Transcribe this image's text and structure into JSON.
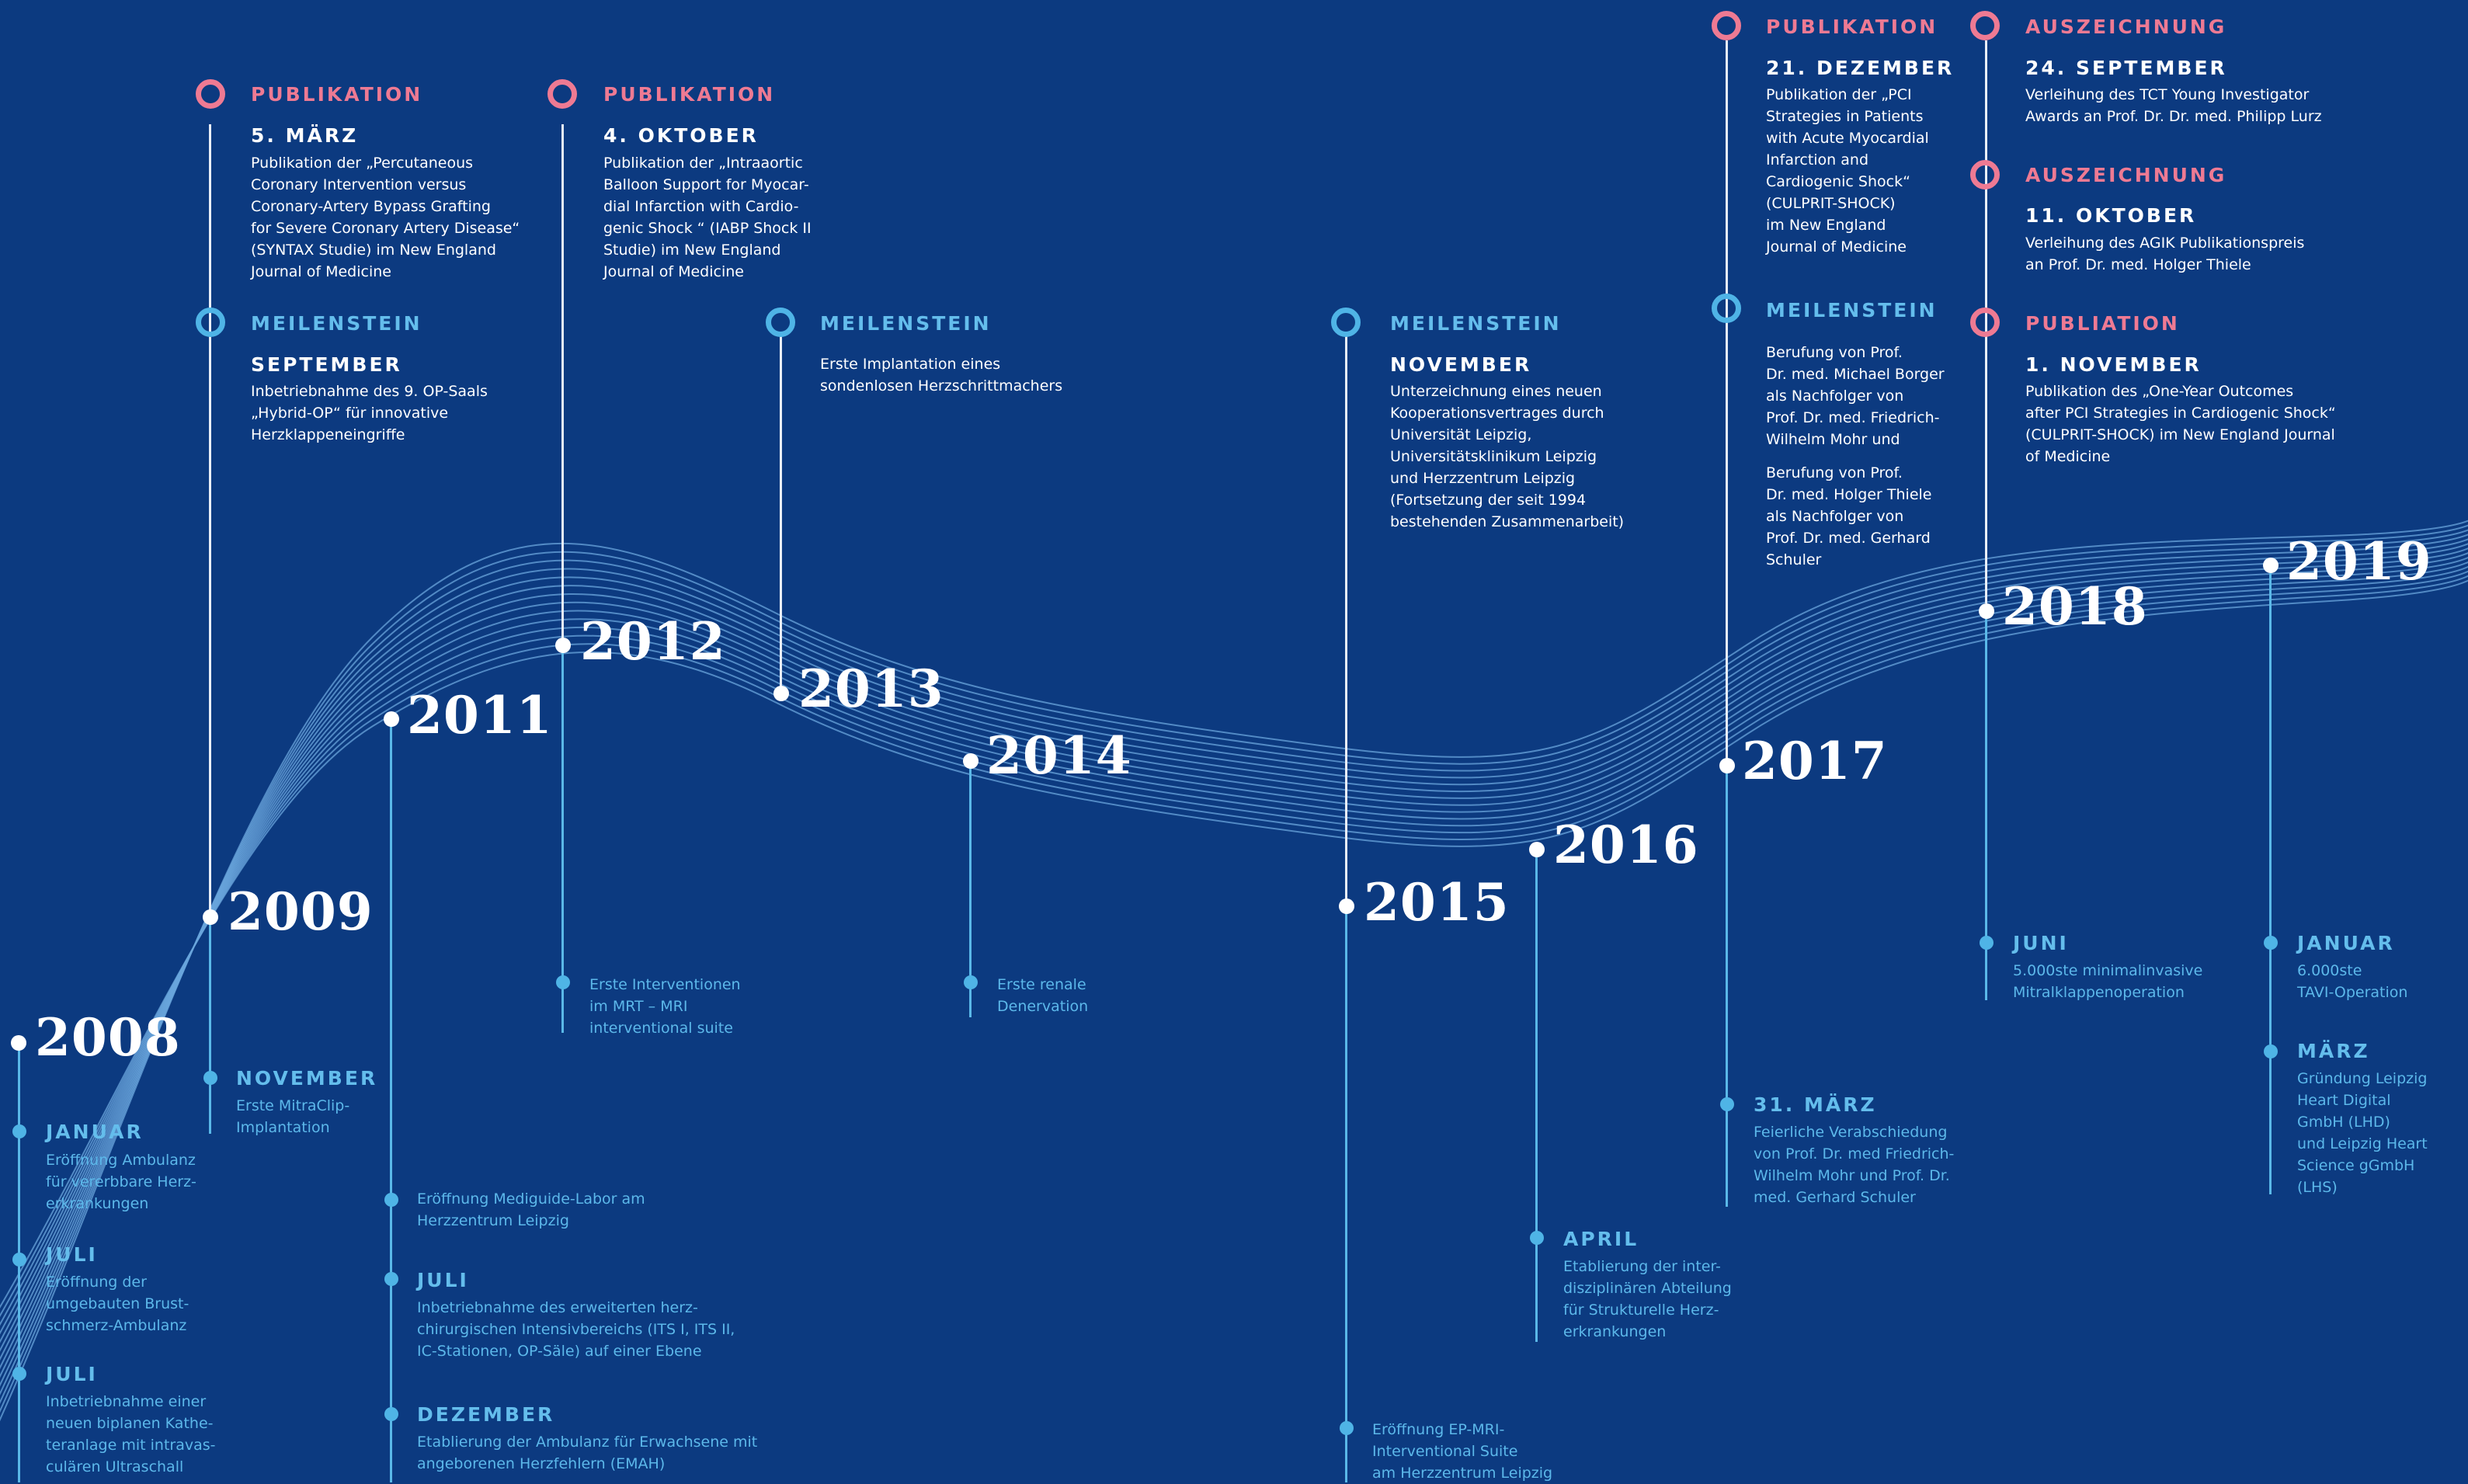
{
  "years": {
    "y2008": "2008",
    "y2009": "2009",
    "y2011": "2011",
    "y2012": "2012",
    "y2013": "2013",
    "y2014": "2014",
    "y2015": "2015",
    "y2016": "2016",
    "y2017": "2017",
    "y2018": "2018",
    "y2019": "2019"
  },
  "top": {
    "pub2009": {
      "category": "PUBLIKATION",
      "date": "5. MÄRZ",
      "text": "Publikation der „Percutaneous\nCoronary Intervention versus\nCoronary-Artery Bypass Grafting\nfor Severe Coronary Artery Disease“\n(SYNTAX Studie) im New England\nJournal of Medicine"
    },
    "mile2009": {
      "category": "MEILENSTEIN",
      "date": "SEPTEMBER",
      "text": "Inbetriebnahme des 9. OP-Saals\n„Hybrid-OP“ für innovative\nHerzklappeneingriffe"
    },
    "pub2012": {
      "category": "PUBLIKATION",
      "date": "4. OKTOBER",
      "text": "Publikation der „Intraaortic\nBalloon Support for Myocar-\ndial Infarction with Cardio-\ngenic Shock “ (IABP Shock II\nStudie) im New England\nJournal of Medicine"
    },
    "mile2013": {
      "category": "MEILENSTEIN",
      "text": "Erste Implantation eines\nsondenlosen Herzschrittmachers"
    },
    "mile2015": {
      "category": "MEILENSTEIN",
      "date": "NOVEMBER",
      "text": "Unterzeichnung eines neuen\nKooperationsvertrages durch\nUniversität Leipzig,\nUniversitätsklinikum Leipzig\nund Herzzentrum Leipzig\n(Fortsetzung der seit 1994\nbestehenden Zusammenarbeit)"
    },
    "pub2017": {
      "category": "PUBLIKATION",
      "date": "21. DEZEMBER",
      "text": "Publikation der „PCI\nStrategies in Patients\nwith Acute Myocardial\nInfarction and\nCardiogenic Shock“\n(CULPRIT-SHOCK)\nim New England\nJournal of Medicine"
    },
    "mile2017": {
      "category": "MEILENSTEIN",
      "text1": "Berufung von Prof.\nDr. med. Michael Borger\nals Nachfolger von\nProf. Dr. med. Friedrich-\nWilhelm Mohr und",
      "text2": "Berufung von Prof.\nDr. med. Holger Thiele\nals Nachfolger von\nProf. Dr. med. Gerhard\nSchuler"
    },
    "award1": {
      "category": "AUSZEICHNUNG",
      "date": "24. SEPTEMBER",
      "text": "Verleihung des TCT Young Investigator\nAwards an Prof. Dr. Dr. med. Philipp Lurz"
    },
    "award2": {
      "category": "AUSZEICHNUNG",
      "date": "11. OKTOBER",
      "text": "Verleihung des AGIK Publikationspreis\nan Prof. Dr. med. Holger Thiele"
    },
    "pub2018": {
      "category": "PUBLIATION",
      "date": "1. NOVEMBER",
      "text": "Publikation des „One-Year Outcomes\nafter PCI Strategies in Cardiogenic Shock“\n(CULPRIT-SHOCK) im New England Journal\nof Medicine"
    }
  },
  "bottom": {
    "e2008a": {
      "date": "JANUAR",
      "text": "Eröffnung Ambulanz\nfür vererbbare Herz-\nerkrankungen"
    },
    "e2008b": {
      "date": "JULI",
      "text": "Eröffnung der\numgebauten Brust-\nschmerz-Ambulanz"
    },
    "e2008c": {
      "date": "JULI",
      "text": "Inbetriebnahme einer\nneuen biplanen Kathe-\nteranlage mit intravas-\nculären Ultraschall"
    },
    "e2009": {
      "date": "NOVEMBER",
      "text": "Erste MitraClip-\nImplantation"
    },
    "e2011a": {
      "text": "Eröffnung Mediguide-Labor am\nHerzzentrum Leipzig"
    },
    "e2011b": {
      "date": "JULI",
      "text": "Inbetriebnahme des erweiterten herz-\nchirurgischen Intensivbereichs (ITS I, ITS II,\nIC-Stationen, OP-Säle) auf einer Ebene"
    },
    "e2011c": {
      "date": "DEZEMBER",
      "text": "Etablierung der Ambulanz für Erwachsene mit\nangeborenen Herzfehlern (EMAH)"
    },
    "e2012": {
      "text": "Erste Interventionen\nim MRT – MRI\ninterventional suite"
    },
    "e2014": {
      "text": "Erste renale\nDenervation"
    },
    "e2015": {
      "text": "Eröffnung EP-MRI-\nInterventional Suite\nam Herzzentrum Leipzig"
    },
    "e2016": {
      "date": "APRIL",
      "text": "Etablierung der inter-\ndisziplinären Abteilung\nfür Strukturelle Herz-\nerkrankungen"
    },
    "e2017": {
      "date": "31. MÄRZ",
      "text": "Feierliche Verabschiedung\nvon Prof. Dr. med Friedrich-\nWilhelm Mohr und Prof. Dr.\nmed. Gerhard Schuler"
    },
    "e2018": {
      "date": "JUNI",
      "text": "5.000ste minimalinvasive\nMitralklappenoperation"
    },
    "e2019a": {
      "date": "JANUAR",
      "text": "6.000ste\nTAVI-Operation"
    },
    "e2019b": {
      "date": "MÄRZ",
      "text": "Gründung Leipzig\nHeart Digital\nGmbH (LHD)\nund Leipzig Heart\nScience gGmbH\n(LHS)"
    }
  },
  "colors": {
    "background": "#0c3a80",
    "accent_blue": "#4fb4e6",
    "accent_pink": "#ee7a93",
    "wave": "#6aa6dc"
  }
}
